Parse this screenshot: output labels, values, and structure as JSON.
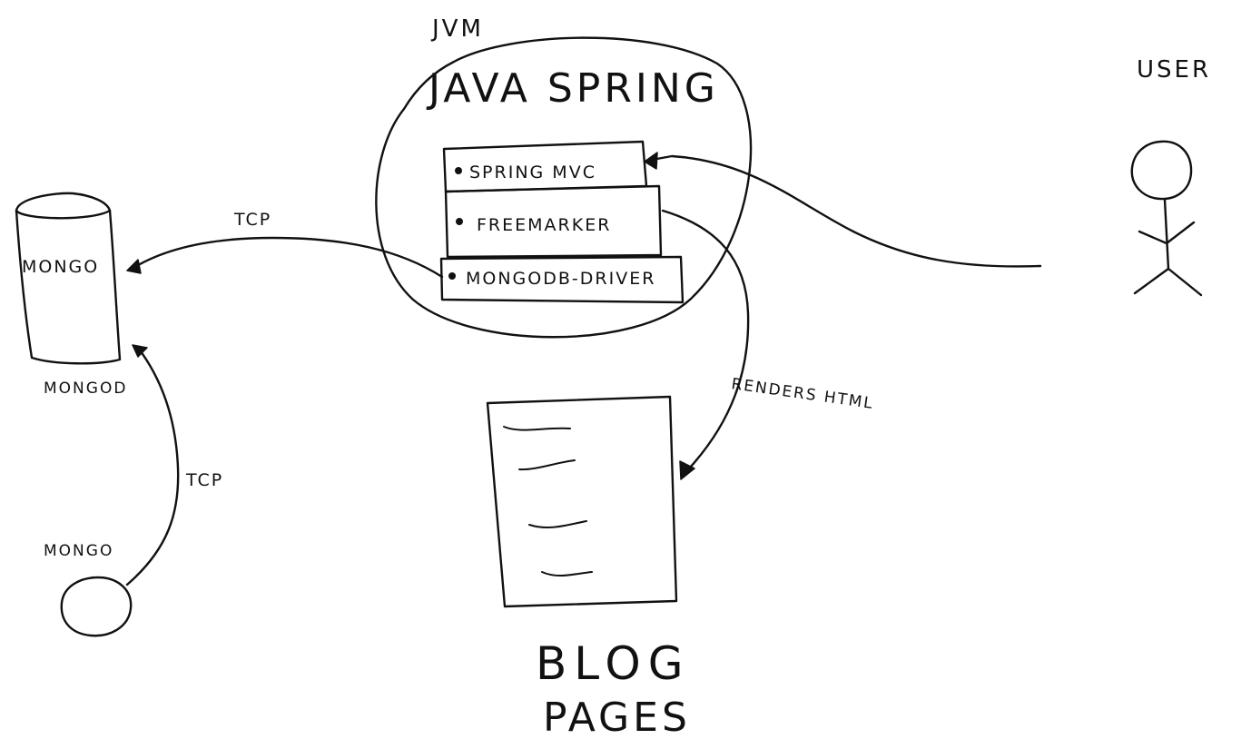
{
  "jvm_label": "JVM",
  "spring": {
    "title": "JAVA SPRING",
    "components": [
      "SPRING MVC",
      "FREEMARKER",
      "MONGODB-DRIVER"
    ]
  },
  "database": {
    "name": "MONGO",
    "caption": "MONGOD"
  },
  "client": {
    "label": "MONGO"
  },
  "user": {
    "label": "USER"
  },
  "edges": {
    "driver_to_db": "TCP",
    "client_to_db": "TCP",
    "freemarker_to_pages": "RENDERS HTML"
  },
  "pages": {
    "line1": "BLOG",
    "line2": "PAGES"
  }
}
